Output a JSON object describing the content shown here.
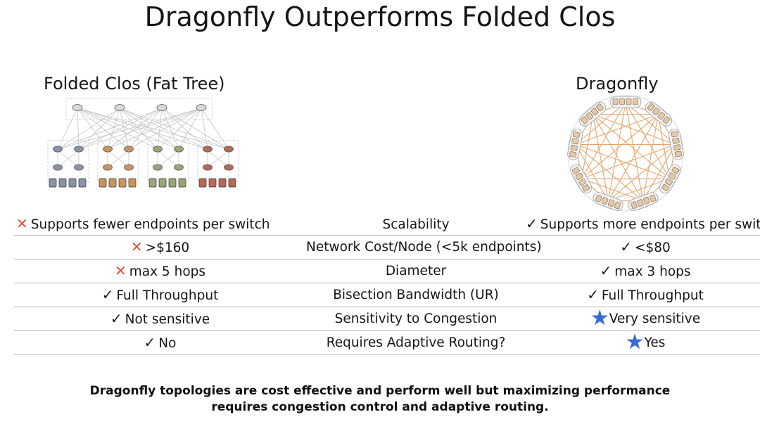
{
  "slide": {
    "title": "Dragonfly Outperforms Folded Clos",
    "left_figure_label": "Folded Clos (Fat Tree)",
    "right_figure_label": "Dragonfly",
    "footnote_line1": "Dragonfly topologies are cost effective and perform well but maximizing performance",
    "footnote_line2": "requires congestion control and adaptive routing."
  },
  "symbols": {
    "check": "✓",
    "cross": "✕",
    "star": "★"
  },
  "colors": {
    "cross": "#e0533d",
    "star": "#3b6bd1",
    "check": "#1b1b1b",
    "dragonfly_links": "#e6a66b",
    "clos_groups": [
      "#8a93a8",
      "#c9955e",
      "#98a67a",
      "#b46a5a"
    ]
  },
  "comparison": {
    "rows": [
      {
        "left": {
          "mark": "cross",
          "text": "Supports fewer endpoints per switch"
        },
        "metric": "Scalability",
        "right": {
          "mark": "check",
          "text": "Supports more endpoints per switch"
        }
      },
      {
        "left": {
          "mark": "cross",
          "text": ">$160"
        },
        "metric": "Network Cost/Node (<5k endpoints)",
        "right": {
          "mark": "check",
          "text": "<$80"
        }
      },
      {
        "left": {
          "mark": "cross",
          "text": "max 5 hops"
        },
        "metric": "Diameter",
        "right": {
          "mark": "check",
          "text": "max 3 hops"
        }
      },
      {
        "left": {
          "mark": "check",
          "text": "Full Throughput"
        },
        "metric": "Bisection Bandwidth (UR)",
        "right": {
          "mark": "check",
          "text": "Full Throughput"
        }
      },
      {
        "left": {
          "mark": "check",
          "text": "Not sensitive"
        },
        "metric": "Sensitivity to Congestion",
        "right": {
          "mark": "star",
          "text": "Very sensitive"
        }
      },
      {
        "left": {
          "mark": "check",
          "text": "No"
        },
        "metric": "Requires Adaptive Routing?",
        "right": {
          "mark": "star",
          "text": "Yes"
        }
      }
    ]
  }
}
